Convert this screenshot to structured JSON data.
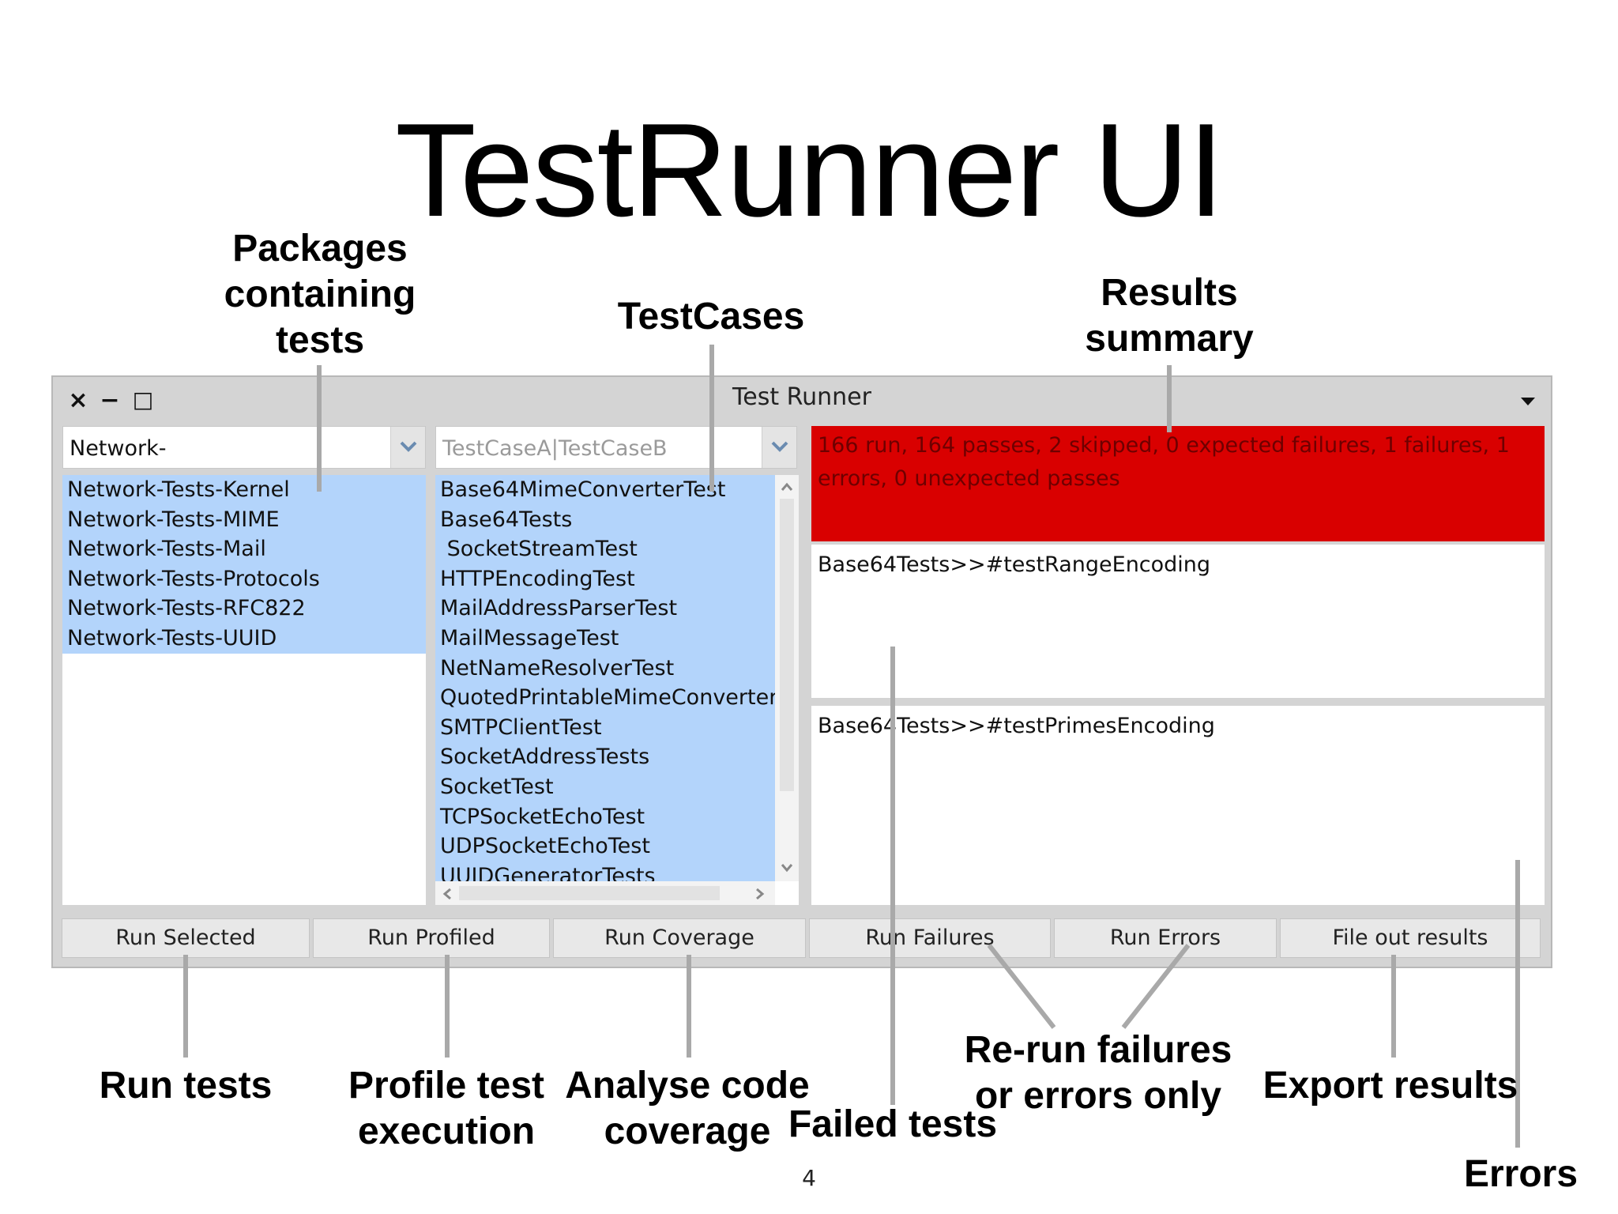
{
  "slide": {
    "title": "TestRunner UI",
    "page_number": "4"
  },
  "callouts": {
    "packages": [
      "Packages",
      "containing",
      "tests"
    ],
    "testcases": "TestCases",
    "results_summary": [
      "Results",
      "summary"
    ],
    "run_tests": "Run tests",
    "profile": [
      "Profile test",
      "execution"
    ],
    "coverage": [
      "Analyse code",
      "coverage"
    ],
    "failed_tests": "Failed tests",
    "rerun": [
      "Re-run failures",
      "or errors only"
    ],
    "export": "Export results",
    "errors": "Errors"
  },
  "window": {
    "title": "Test Runner",
    "controls": {
      "close": "×",
      "minimize": "−",
      "maximize": "□"
    },
    "package_filter": {
      "value": "Network-"
    },
    "testcase_filter": {
      "placeholder": "TestCaseA|TestCaseB"
    },
    "packages": [
      "Network-Tests-Kernel",
      "Network-Tests-MIME",
      "Network-Tests-Mail",
      "Network-Tests-Protocols",
      "Network-Tests-RFC822",
      "Network-Tests-UUID"
    ],
    "test_cases": [
      "Base64MimeConverterTest",
      "Base64Tests",
      " SocketStreamTest",
      "HTTPEncodingTest",
      "MailAddressParserTest",
      "MailMessageTest",
      "NetNameResolverTest",
      "QuotedPrintableMimeConverterTest",
      "SMTPClientTest",
      "SocketAddressTests",
      "SocketTest",
      "TCPSocketEchoTest",
      "UDPSocketEchoTest",
      "UUIDGeneratorTests"
    ],
    "summary": "166 run, 164 passes, 2 skipped, 0 expected failures, 1 failures, 1 errors, 0 unexpected passes",
    "failures": [
      "Base64Tests>>#testRangeEncoding"
    ],
    "errors": [
      "Base64Tests>>#testPrimesEncoding"
    ],
    "buttons": {
      "run_selected": "Run Selected",
      "run_profiled": "Run Profiled",
      "run_coverage": "Run Coverage",
      "run_failures": "Run Failures",
      "run_errors": "Run Errors",
      "file_out": "File out results"
    },
    "colors": {
      "selection": "#b3d4fb",
      "summary_fail": "#d90000",
      "leader_line": "#a9a9a9"
    }
  }
}
